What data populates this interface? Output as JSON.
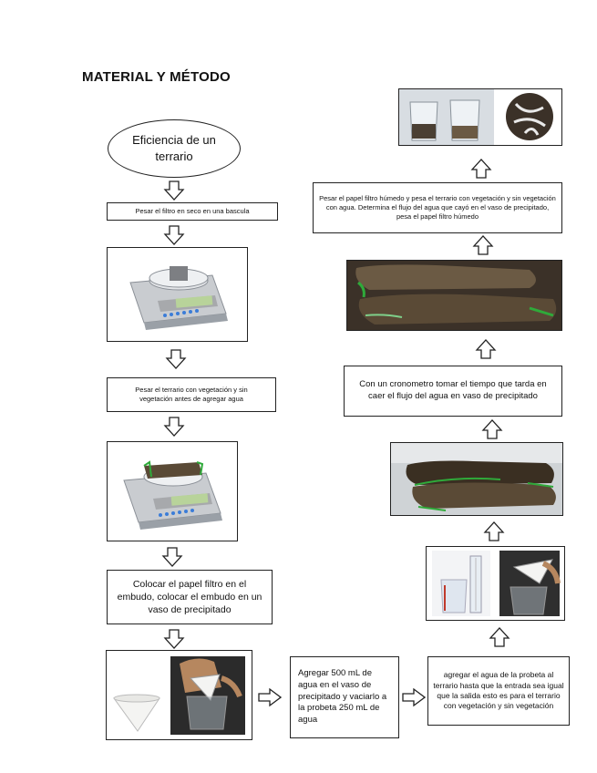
{
  "page": {
    "title": "MATERIAL Y MÉTODO"
  },
  "left_column": {
    "start_label": "Eficiencia de un terrario",
    "step_weigh_filter": "Pesar el filtro en seco en una bascula",
    "step_weigh_terrarium": "Pesar el terrario con vegetación y sin vegetación antes de agregar agua",
    "step_place_filter": "Colocar el papel filtro en el embudo, colocar el embudo en un vaso de precipitado"
  },
  "bottom_row": {
    "step_add_water": "Agregar 500 mL de agua en el vaso de precipitado y vaciarlo a la probeta 250 mL de agua",
    "step_pour_water": "agregar el agua de la probeta al terrario hasta que la entrada sea igual que la salida esto es para el terrario con vegetación y sin vegetación"
  },
  "right_column": {
    "step_timer": "Con un cronometro tomar el tiempo que tarda en caer el flujo del agua en vaso de precipitado",
    "step_weigh_wet": "Pesar el papel filtro húmedo y pesa el terrario con vegetación y sin vegetación con agua. Determina el flujo del agua que cayó en el vaso de precipitado, pesa el papel filtro húmedo"
  },
  "images": {
    "scale_icon": "digital-scale-icon",
    "scale_soil_icon": "scale-with-soil-icon",
    "funnel_icon": "filter-funnel-icon",
    "cylinder_icon": "graduated-cylinder-icon",
    "terrarium_icon": "terrarium-bottle-icon",
    "result_icon": "lab-results-icon"
  },
  "colors": {
    "border": "#222222",
    "scale_body": "#c9ccd0",
    "display": "#b8d39a",
    "soil": "#5a4a36",
    "plant_green": "#2faa3a"
  }
}
